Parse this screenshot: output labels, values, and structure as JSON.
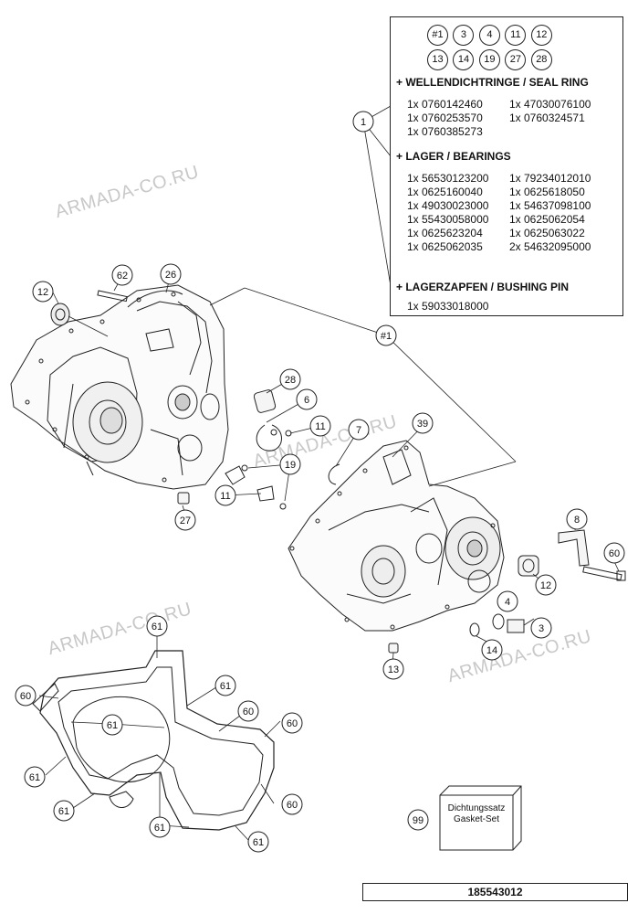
{
  "legend": {
    "circles_row1": [
      "#1",
      "3",
      "4",
      "11",
      "12"
    ],
    "circles_row2": [
      "13",
      "14",
      "19",
      "27",
      "28"
    ],
    "sections": [
      {
        "title": "+ WELLENDICHTRINGE / SEAL RING",
        "rows": [
          [
            "1x 0760142460",
            "1x 47030076100"
          ],
          [
            "1x 0760253570",
            "1x 0760324571"
          ],
          [
            "1x 0760385273",
            ""
          ]
        ]
      },
      {
        "title": "+ LAGER / BEARINGS",
        "rows": [
          [
            "1x 56530123200",
            "1x 79234012010"
          ],
          [
            "1x 0625160040",
            "1x 0625618050"
          ],
          [
            "1x 49030023000",
            "1x 54637098100"
          ],
          [
            "1x 55430058000",
            "1x 0625062054"
          ],
          [
            "1x 0625623204",
            "1x 0625063022"
          ],
          [
            "1x 0625062035",
            "2x 54632095000"
          ]
        ]
      },
      {
        "title": "+ LAGERZAPFEN / BUSHING PIN",
        "rows": [
          [
            "1x 59033018000",
            ""
          ]
        ]
      }
    ]
  },
  "callouts": {
    "c1": "1",
    "c62": "62",
    "c26": "26",
    "c12a": "12",
    "c28": "28",
    "c6": "6",
    "c11a": "11",
    "c7": "7",
    "c39": "39",
    "c1hash": "#1",
    "c19": "19",
    "c11b": "11",
    "c27": "27",
    "c8": "8",
    "c60a": "60",
    "c12b": "12",
    "c4": "4",
    "c3": "3",
    "c14": "14",
    "c13": "13",
    "c61a": "61",
    "c60b": "60",
    "c61b": "61",
    "c61c": "61",
    "c60c": "60",
    "c60d": "60",
    "c61d": "61",
    "c61e": "61",
    "c60e": "60",
    "c61f": "61",
    "c61g": "61",
    "c99": "99"
  },
  "gasket_set": {
    "line1": "Dichtungssatz",
    "line2": "Gasket-Set"
  },
  "watermark": "ARMADA-CO.RU",
  "diagram_number": "185543012"
}
